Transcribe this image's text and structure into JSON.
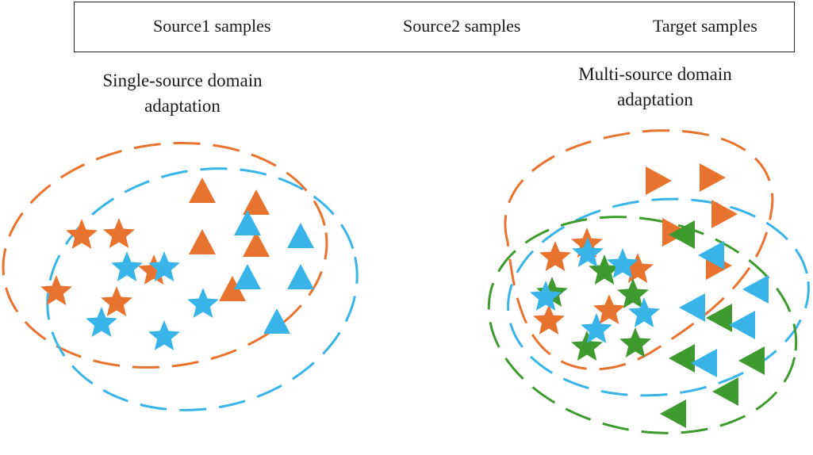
{
  "colors": {
    "source1": "#E8732F",
    "source2": "#39B4E8",
    "target": "#3E9A2E"
  },
  "legend": {
    "source1": "Source1 samples",
    "source2": "Source2 samples",
    "target": "Target samples"
  },
  "panels": {
    "single": {
      "line1": "Single-source domain",
      "line2": "adaptation"
    },
    "multi": {
      "line1": "Multi-source domain",
      "line2": "adaptation"
    }
  },
  "markers": {
    "triangle": "triangle-icon",
    "star": "star-icon"
  }
}
